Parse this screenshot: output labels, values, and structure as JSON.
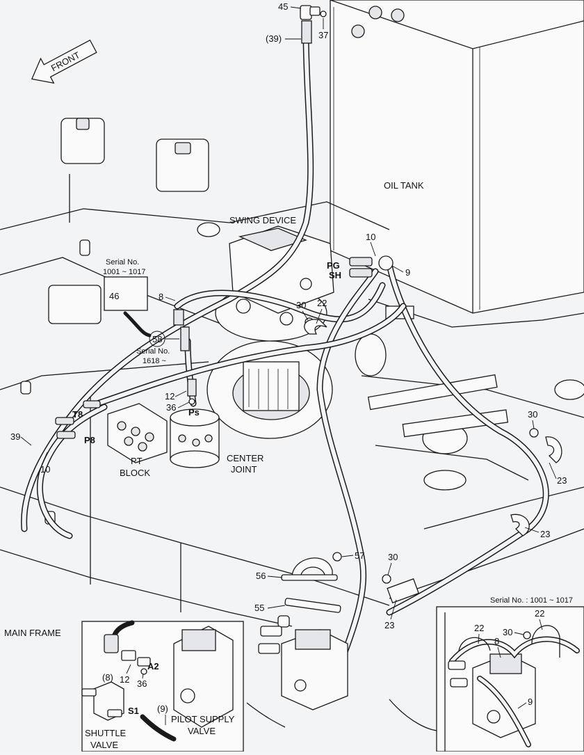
{
  "labels": {
    "front": "FRONT",
    "oil_tank": "OIL TANK",
    "swing_device": "SWING DEVICE",
    "center_joint_1": "CENTER",
    "center_joint_2": "JOINT",
    "pt_block_1": "PT",
    "pt_block_2": "BLOCK",
    "main_frame": "MAIN FRAME",
    "pilot_supply_1": "PILOT SUPPLY",
    "pilot_supply_2": "VALVE",
    "shuttle_1": "SHUTTLE",
    "shuttle_2": "VALVE"
  },
  "serials": {
    "a_line1": "Serial No.",
    "a_line2": "1001 ~ 1017",
    "b_line1": "Serial No.",
    "b_line2": "1618 ~",
    "inset": "Serial No. : 1001 ~ 1017"
  },
  "ports": {
    "pg": "PG",
    "sh": "SH",
    "ps": "Ps",
    "t8": "T8",
    "p8": "P8",
    "a2": "A2",
    "s1": "S1"
  },
  "callouts": {
    "n45": "45",
    "n37": "37",
    "n39_top": "(39)",
    "n10_top": "10",
    "n9_top": "9",
    "n46": "46",
    "n8_left": "8",
    "n58": "58",
    "n30_swing": "30",
    "n22_swing": "22",
    "n12": "12",
    "n36": "36",
    "n39_left": "39",
    "n10_left": "10",
    "n30_right": "30",
    "n23_a": "23",
    "n23_b": "23",
    "n57": "57",
    "n30_mid": "30",
    "n56": "56",
    "n55": "55",
    "n23_c": "23",
    "inset_8": "(8)",
    "inset_12": "12",
    "inset_36": "36",
    "inset_9": "(9)",
    "r_22a": "22",
    "r_22b": "22",
    "r_8": "8",
    "r_30": "30",
    "r_9": "9"
  }
}
